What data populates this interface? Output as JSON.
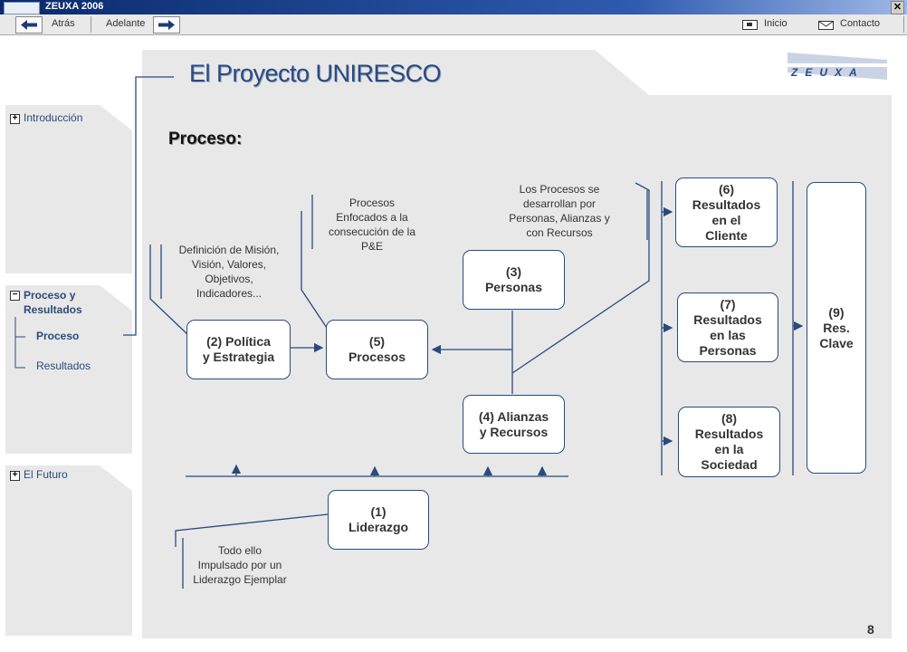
{
  "window": {
    "title": "ZEUXA 2006",
    "close_glyph": "✕"
  },
  "toolbar": {
    "back_label": "Atrás",
    "forward_label": "Adelante",
    "home_label": "Inicio",
    "contact_label": "Contacto"
  },
  "sidebar": {
    "intro_label": "Introducción",
    "section_label": "Proceso y\nResultados",
    "sub_process": "Proceso",
    "sub_results": "Resultados",
    "future_label": "El Futuro",
    "plus_glyph": "+",
    "minus_glyph": "−"
  },
  "page": {
    "title": "El Proyecto UNIRESCO",
    "section": "Proceso:",
    "number": "8",
    "logo_text": "ZEUXA"
  },
  "diagram": {
    "box_politica": "(2) Política\ny Estrategia",
    "box_procesos": "(5)\nProcesos",
    "box_personas": "(3)\nPersonas",
    "box_alianzas": "(4) Alianzas\ny Recursos",
    "box_liderazgo": "(1)\nLiderazgo",
    "box_res_cliente": "(6)\nResultados\nen el\nCliente",
    "box_res_personas": "(7)\nResultados\nen las\nPersonas",
    "box_res_sociedad": "(8)\nResultados\nen la\nSociedad",
    "box_res_clave": "(9)\nRes.\nClave",
    "note_mision": "Definición de Misión,\nVisión, Valores,\nObjetivos,\nIndicadores...",
    "note_procesos": "Procesos\nEnfocados a la\nconsecución de la\nP&E",
    "note_desarrollan": "Los Procesos se\ndesarrollan por\nPersonas, Alianzas y\ncon Recursos",
    "note_liderazgo": "Todo ello\nImpulsado por un\nLiderazgo Ejemplar"
  }
}
